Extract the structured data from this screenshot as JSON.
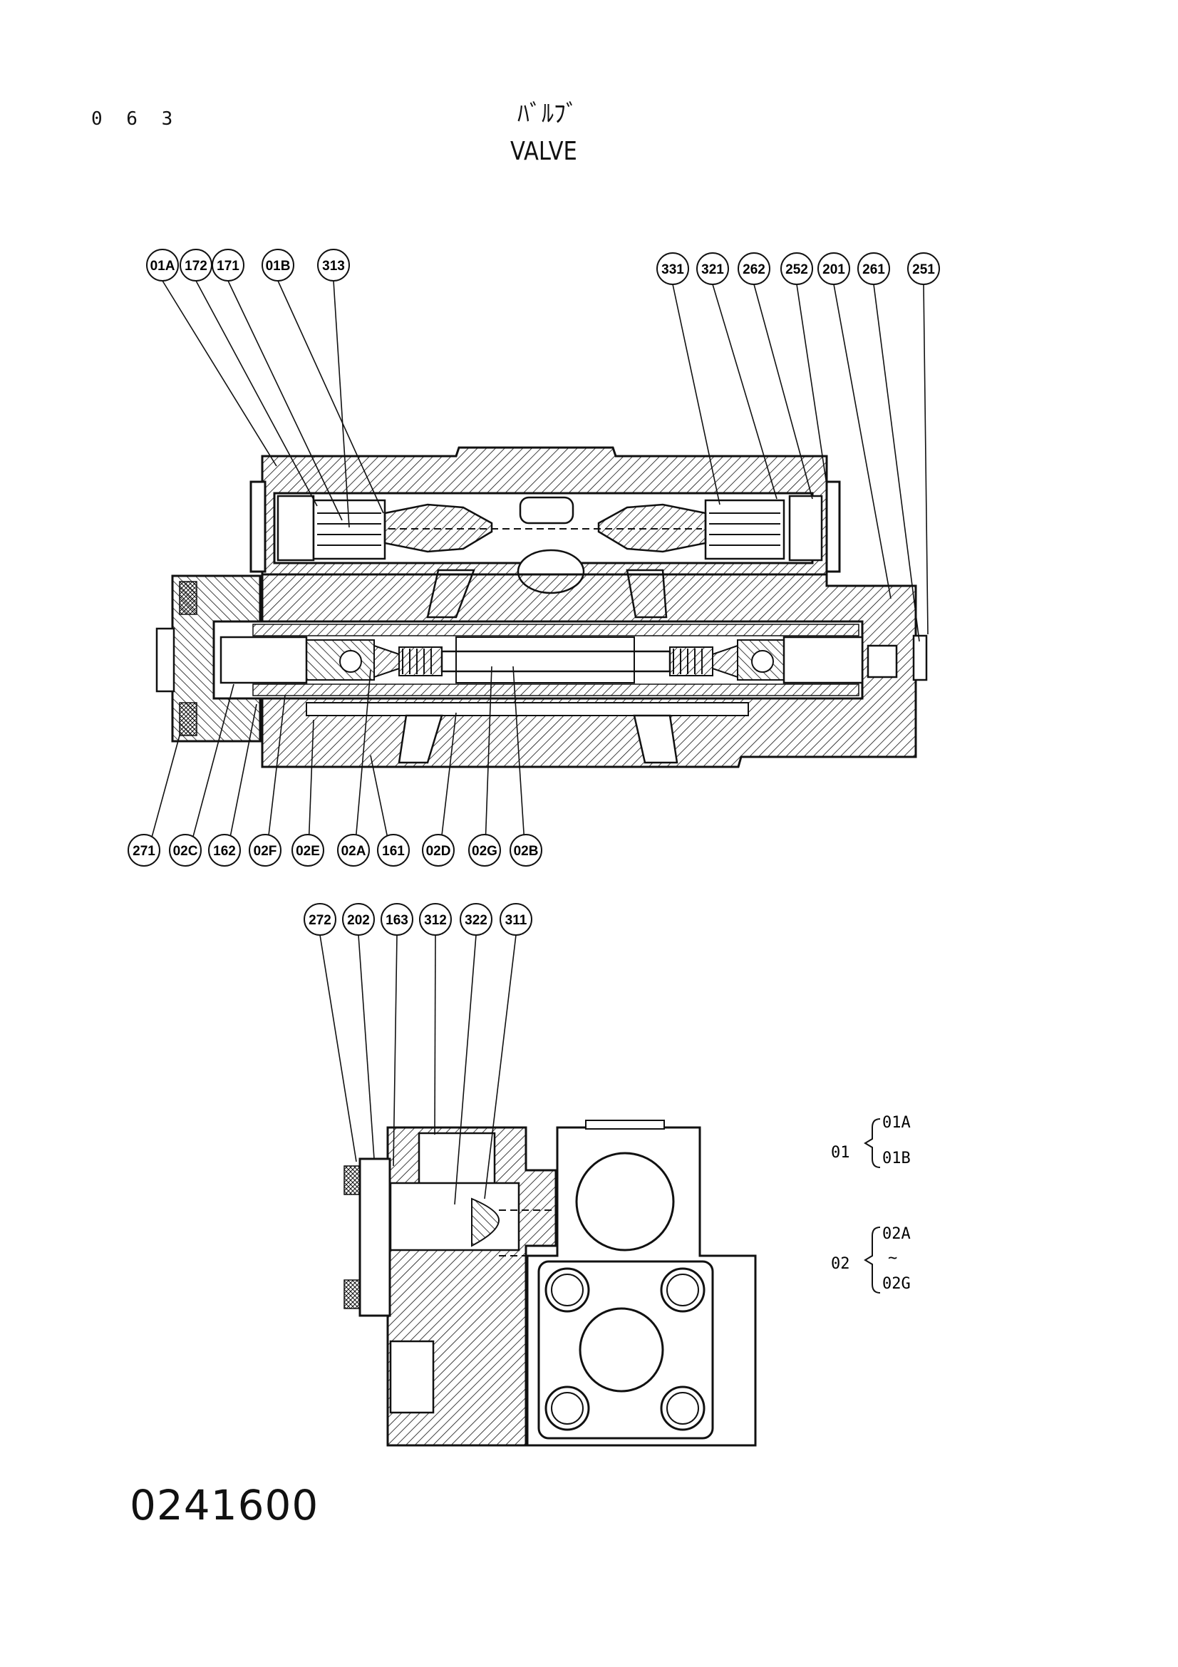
{
  "page_number": "0 6 3",
  "title_jp": "ﾊﾞﾙﾌﾞ",
  "title_en": "VALVE",
  "drawing_number": "0241600",
  "callouts_top": [
    "01A",
    "172",
    "171",
    "01B",
    "313"
  ],
  "callouts_top_right": [
    "331",
    "321",
    "262",
    "252",
    "201",
    "261",
    "251"
  ],
  "callouts_bottom": [
    "271",
    "02C",
    "162",
    "02F",
    "02E",
    "02A",
    "161",
    "02D",
    "02G",
    "02B"
  ],
  "callouts_side": [
    "272",
    "202",
    "163",
    "312",
    "322",
    "311"
  ],
  "legend": [
    {
      "group": "01",
      "members": [
        "01A",
        "01B"
      ]
    },
    {
      "group": "02",
      "members": [
        "02A",
        "~",
        "02G"
      ]
    }
  ]
}
